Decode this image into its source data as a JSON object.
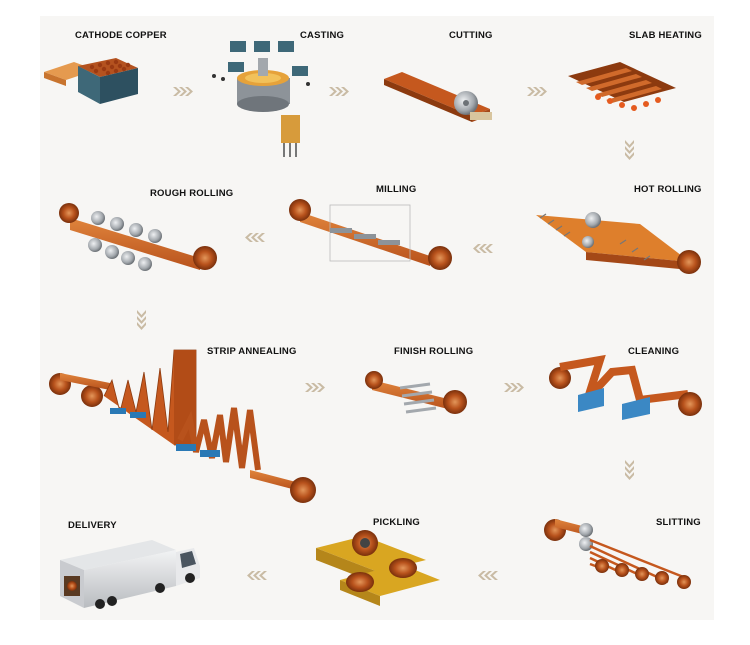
{
  "steps": {
    "cathode_copper": "CATHODE COPPER",
    "casting": "CASTING",
    "cutting": "CUTTING",
    "slab_heating": "SLAB HEATING",
    "rough_rolling": "ROUGH ROLLING",
    "milling": "MILLING",
    "hot_rolling": "HOT ROLLING",
    "strip_annealing": "STRIP ANNEALING",
    "finish_rolling": "FINISH ROLLING",
    "cleaning": "CLEANING",
    "delivery": "DELIVERY",
    "pickling": "PICKLING",
    "slitting": "SLITTING"
  },
  "colors": {
    "copper": "#c0571c",
    "copper_dark": "#8c3a0f",
    "copper_light": "#e08a45",
    "steel": "#9aa0a6",
    "teal": "#3f6475",
    "blue_base": "#3b88c4",
    "yellow_tank": "#d9a621",
    "arrow": "#c9bba4"
  },
  "icons": [
    "chevron-right-icon",
    "chevron-left-icon",
    "chevron-down-icon"
  ]
}
